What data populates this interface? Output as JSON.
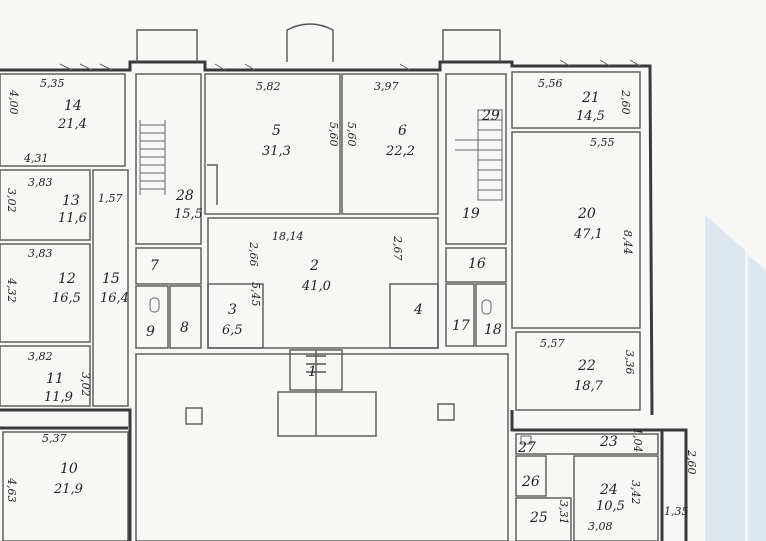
{
  "rooms": [
    {
      "id": "14",
      "number": "14",
      "area": "21,4"
    },
    {
      "id": "13",
      "number": "13",
      "area": "11,6"
    },
    {
      "id": "12",
      "number": "12",
      "area": "16,5"
    },
    {
      "id": "11",
      "number": "11",
      "area": "11,9"
    },
    {
      "id": "10",
      "number": "10",
      "area": "21,9"
    },
    {
      "id": "15",
      "number": "15",
      "area": "16,4"
    },
    {
      "id": "28",
      "number": "28",
      "area": "15,5"
    },
    {
      "id": "7",
      "number": "7",
      "area": ""
    },
    {
      "id": "8",
      "number": "8",
      "area": ""
    },
    {
      "id": "9",
      "number": "9",
      "area": ""
    },
    {
      "id": "5",
      "number": "5",
      "area": "31,3"
    },
    {
      "id": "6",
      "number": "6",
      "area": "22,2"
    },
    {
      "id": "2",
      "number": "2",
      "area": "41,0"
    },
    {
      "id": "3",
      "number": "3",
      "area": "6,5"
    },
    {
      "id": "4",
      "number": "4",
      "area": ""
    },
    {
      "id": "1",
      "number": "1",
      "area": ""
    },
    {
      "id": "29",
      "number": "29",
      "area": ""
    },
    {
      "id": "19",
      "number": "19",
      "area": ""
    },
    {
      "id": "16",
      "number": "16",
      "area": ""
    },
    {
      "id": "17",
      "number": "17",
      "area": ""
    },
    {
      "id": "18",
      "number": "18",
      "area": ""
    },
    {
      "id": "21",
      "number": "21",
      "area": "14,5"
    },
    {
      "id": "20",
      "number": "20",
      "area": "47,1"
    },
    {
      "id": "22",
      "number": "22",
      "area": "18,7"
    },
    {
      "id": "23",
      "number": "23",
      "area": ""
    },
    {
      "id": "24",
      "number": "24",
      "area": "10,5"
    },
    {
      "id": "25",
      "number": "25",
      "area": ""
    },
    {
      "id": "26",
      "number": "26",
      "area": ""
    },
    {
      "id": "27",
      "number": "27",
      "area": ""
    }
  ],
  "dimensions": [
    "5,35",
    "4,00",
    "4,31",
    "3,83",
    "3,02",
    "1,57",
    "3,83",
    "4,32",
    "3,82",
    "3,02",
    "5,37",
    "4,63",
    "5,82",
    "5,60",
    "3,97",
    "5,60",
    "2,66",
    "18,14",
    "5,45",
    "2,67",
    "5,56",
    "2,60",
    "5,55",
    "8,44",
    "5,57",
    "3,36",
    "1,04",
    "2,60",
    "3,42",
    "3,08",
    "3,31",
    "1,35"
  ]
}
